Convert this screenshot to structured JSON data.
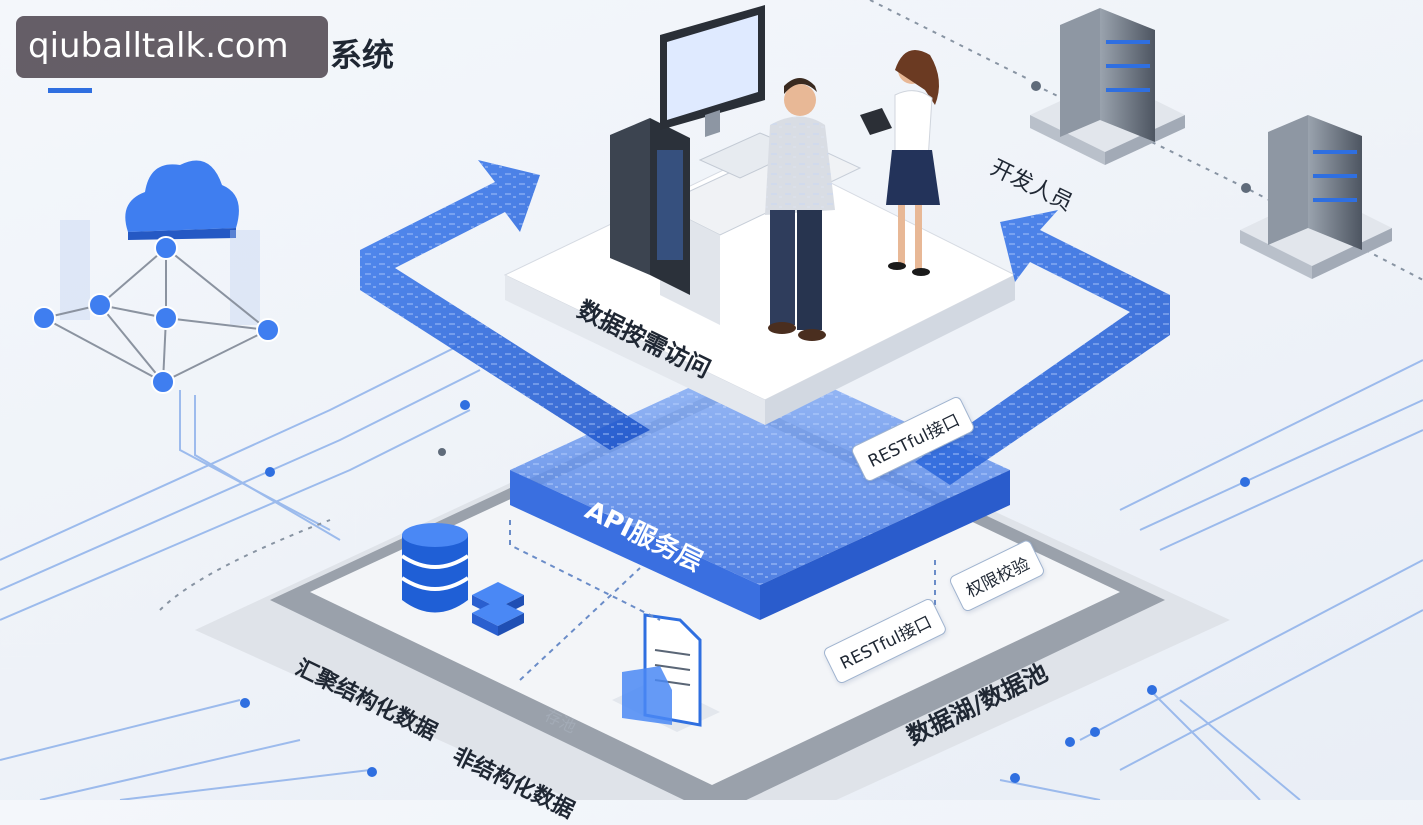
{
  "watermark": "qiuballtalk.com",
  "title_tail": "系统",
  "labels": {
    "on_demand": "数据按需访问",
    "developers": "开发人员",
    "restful_top": "RESTful接口",
    "api_layer": "API服务层",
    "permission": "权限校验",
    "restful_bottom": "RESTful接口",
    "structured": "汇聚结构化数据",
    "unstructured": "非结构化数据",
    "lake": "数据湖/数据池",
    "small": "存池"
  },
  "colors": {
    "accent": "#2f6fe0",
    "platform": "#9aa1ab",
    "panel": "#ffffff"
  }
}
